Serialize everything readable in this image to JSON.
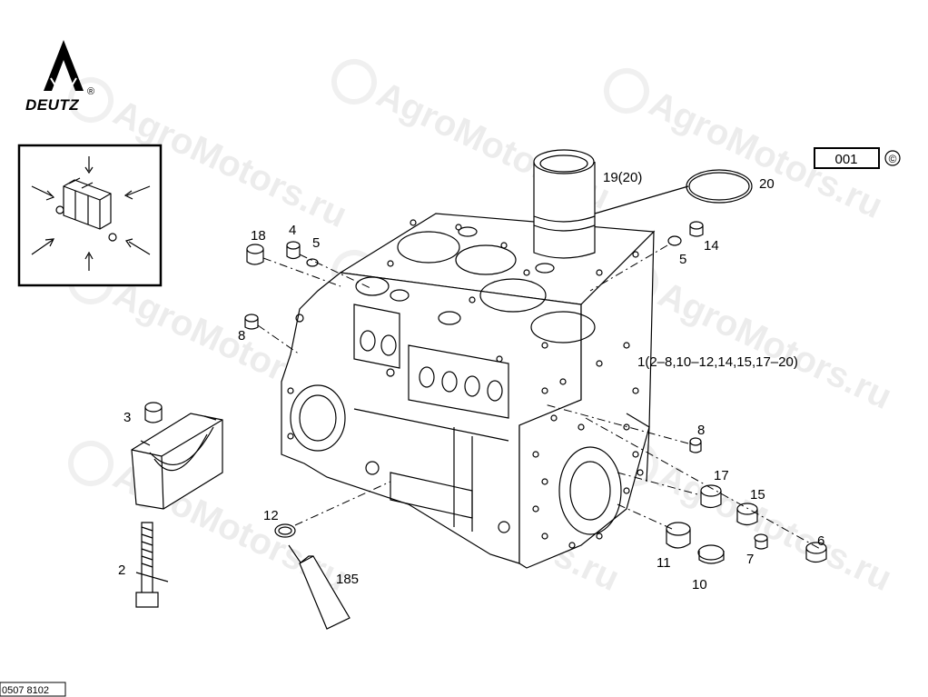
{
  "brand": {
    "logo_text": "DEUTZ",
    "registered_mark": "®"
  },
  "watermark": {
    "text": "AgroMotors.ru"
  },
  "page_box": {
    "number": "001",
    "copyright": "©"
  },
  "assembly_label": "1(2–8,10–12,14,15,17–20)",
  "doc_code": "0507 8102",
  "part_labels": {
    "p19_20": "19(20)",
    "p20": "20",
    "p18": "18",
    "p4": "4",
    "p5a": "5",
    "p5b": "5",
    "p14": "14",
    "p8a": "8",
    "p8b": "8",
    "p3": "3",
    "p2": "2",
    "p12": "12",
    "p185": "185",
    "p17": "17",
    "p15": "15",
    "p11": "11",
    "p10": "10",
    "p7": "7",
    "p6": "6"
  },
  "icons": [
    "deutz-logo-icon",
    "orientation-view-icon"
  ]
}
